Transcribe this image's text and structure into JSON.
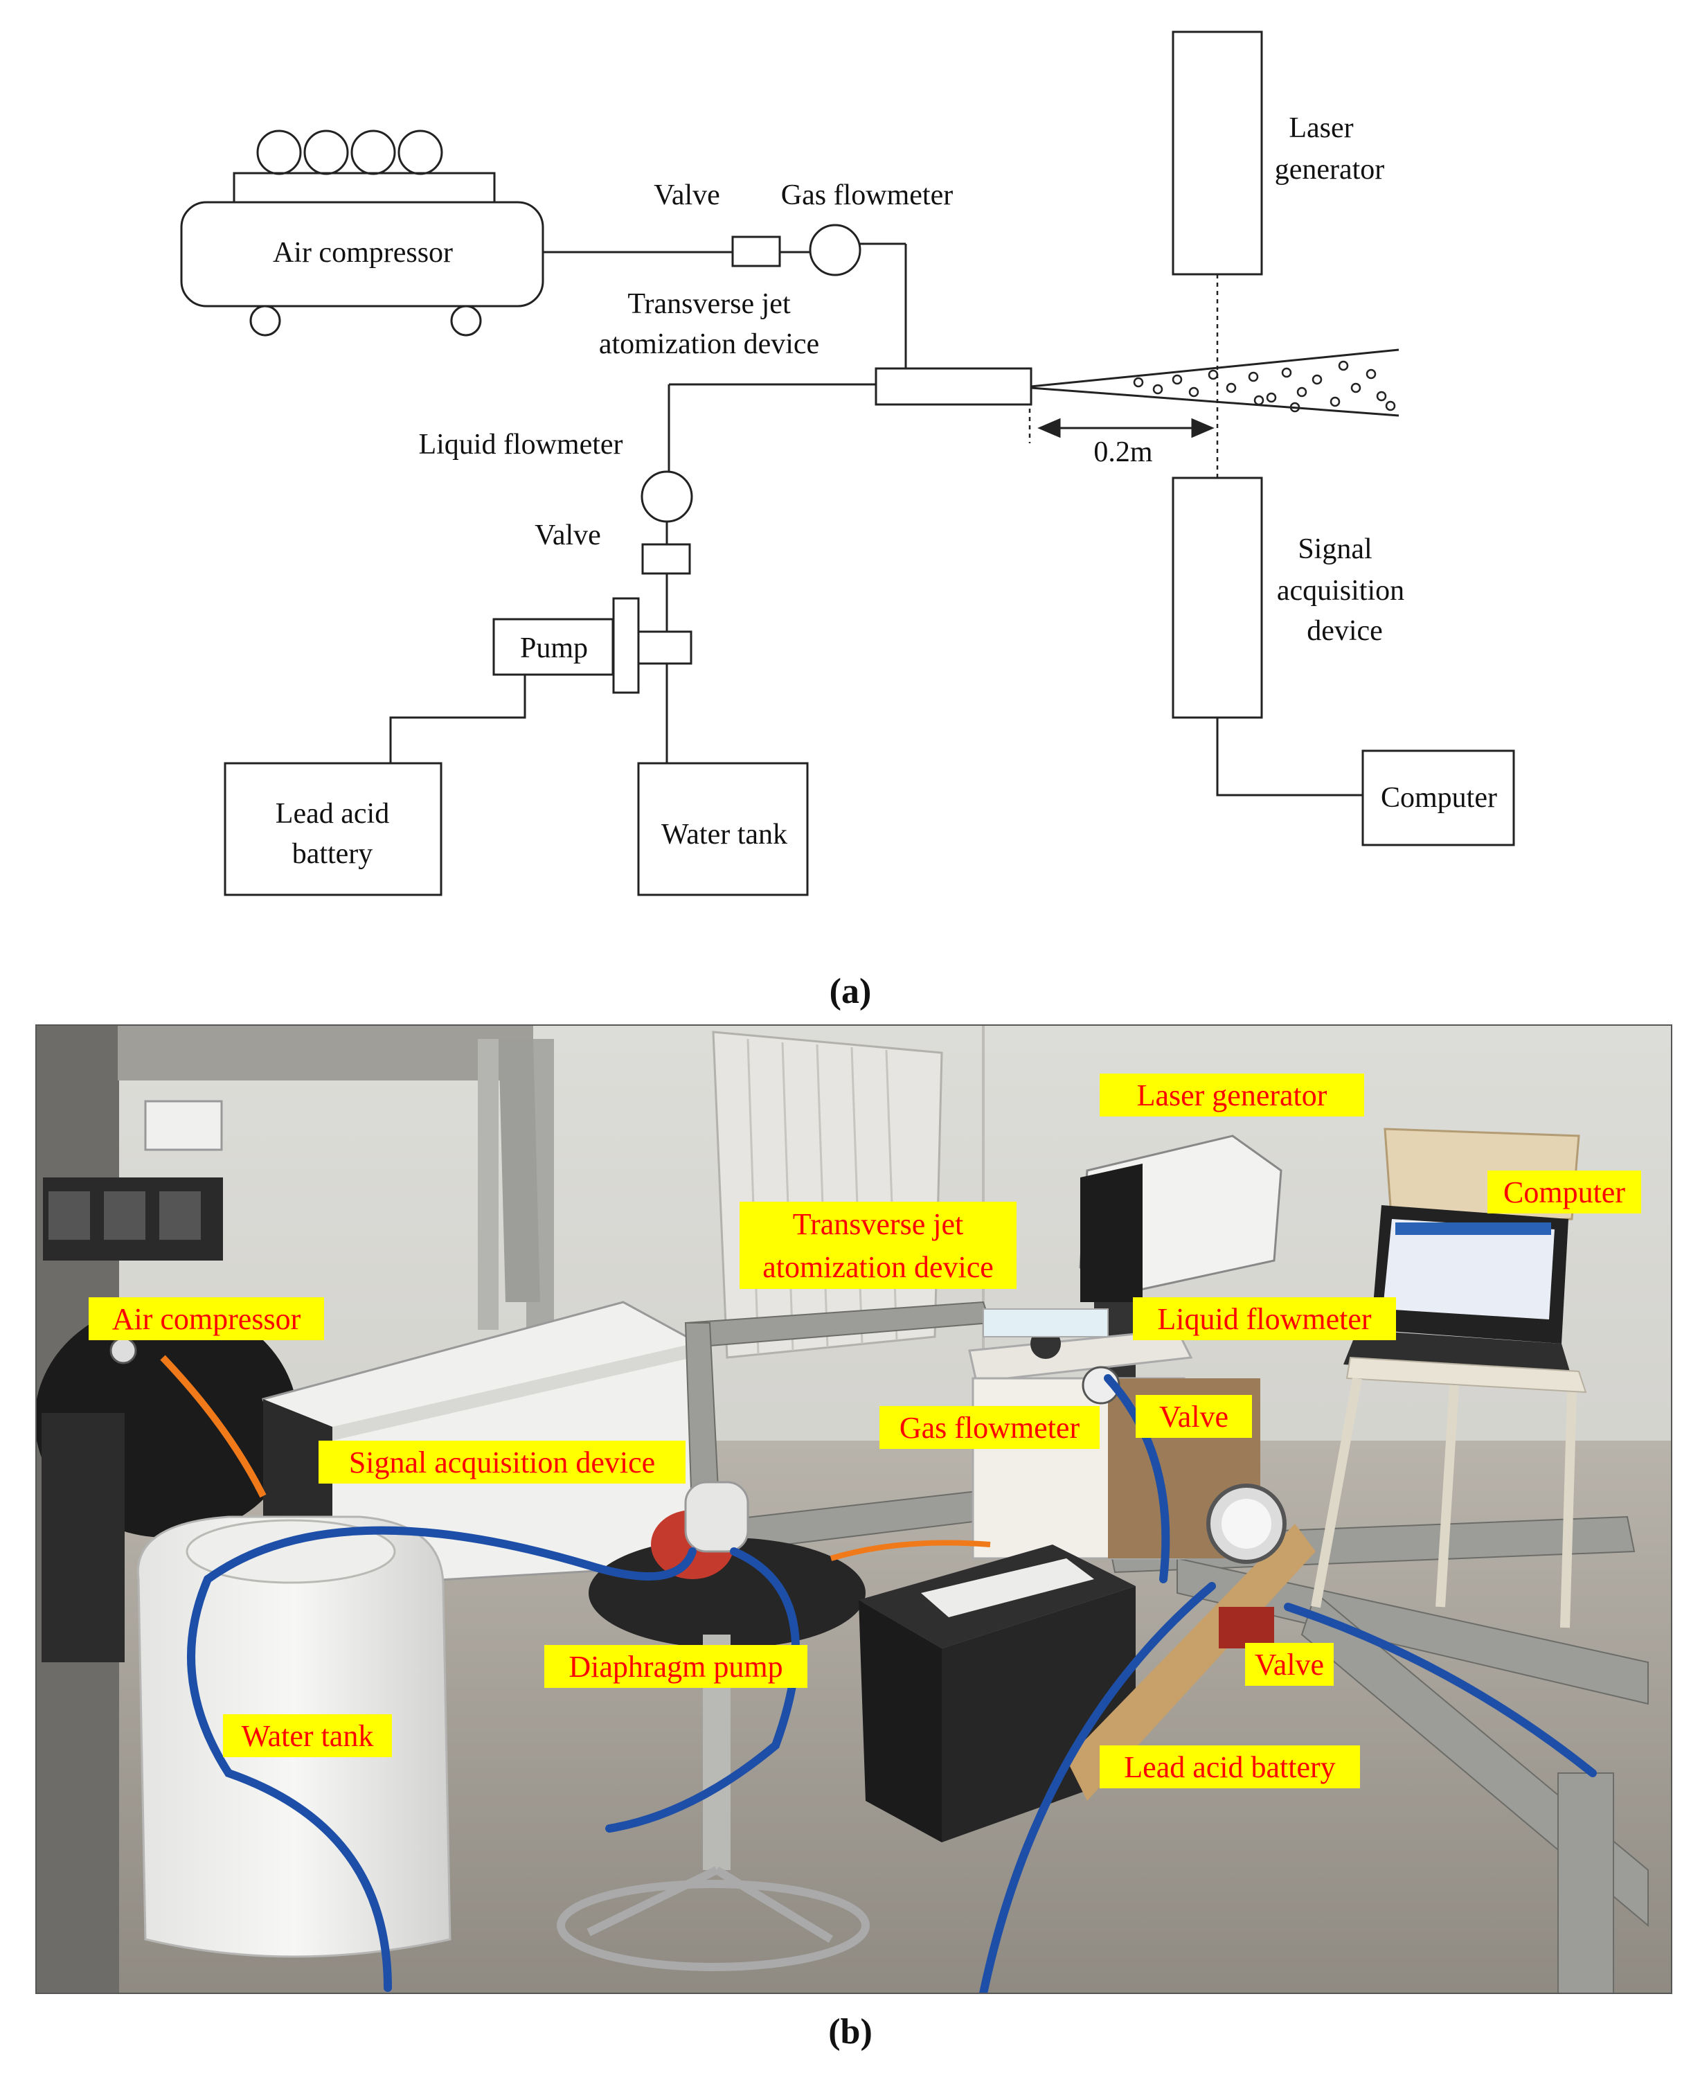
{
  "diagram": {
    "labels": {
      "air_compressor": "Air compressor",
      "valve_gas": "Valve",
      "gas_flowmeter": "Gas flowmeter",
      "transverse_line1": "Transverse jet",
      "transverse_line2": "atomization device",
      "liquid_flowmeter": "Liquid flowmeter",
      "valve_liquid": "Valve",
      "pump": "Pump",
      "lead_acid_line1": "Lead acid",
      "lead_acid_line2": "battery",
      "water_tank": "Water tank",
      "laser_line1": "Laser",
      "laser_line2": "generator",
      "signal_line1": "Signal",
      "signal_line2": "acquisition",
      "signal_line3": "device",
      "computer": "Computer",
      "distance": "0.2m"
    },
    "caption": "(a)"
  },
  "photo": {
    "tags": {
      "laser_generator": "Laser generator",
      "computer": "Computer",
      "transverse_line1": "Transverse jet",
      "transverse_line2": "atomization device",
      "air_compressor": "Air compressor",
      "liquid_flowmeter": "Liquid flowmeter",
      "gas_flowmeter": "Gas flowmeter",
      "valve_top": "Valve",
      "signal_acquisition": "Signal acquisition device",
      "diaphragm_pump": "Diaphragm pump",
      "valve_bottom": "Valve",
      "water_tank": "Water tank",
      "lead_acid_battery": "Lead acid battery"
    },
    "tag_colors": {
      "background": "#ffff00",
      "text": "#ff0000"
    },
    "caption": "(b)"
  }
}
